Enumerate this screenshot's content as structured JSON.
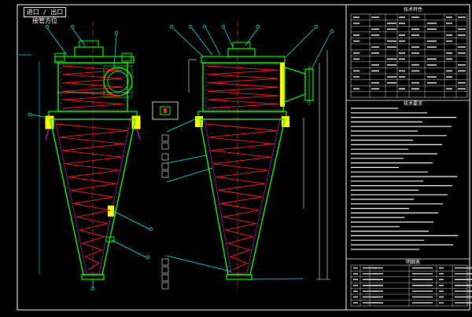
{
  "drawing": {
    "title_tag": "进口 / 出口 接管方位",
    "spec_table_title": "技术特性",
    "notes_title": "技术要求",
    "parts_table_title": "明细表"
  },
  "colors": {
    "background": "#000000",
    "frame": "#ffffff",
    "outline": "#00ff00",
    "hidden": "#ff00ff",
    "coil": "#ff2020",
    "leader": "#00ffff",
    "centerline": "#ff4040",
    "flange": "#ffff00"
  },
  "icons": {
    "balloon": "leader-balloon-icon",
    "nozzle": "nozzle-flange-icon"
  }
}
